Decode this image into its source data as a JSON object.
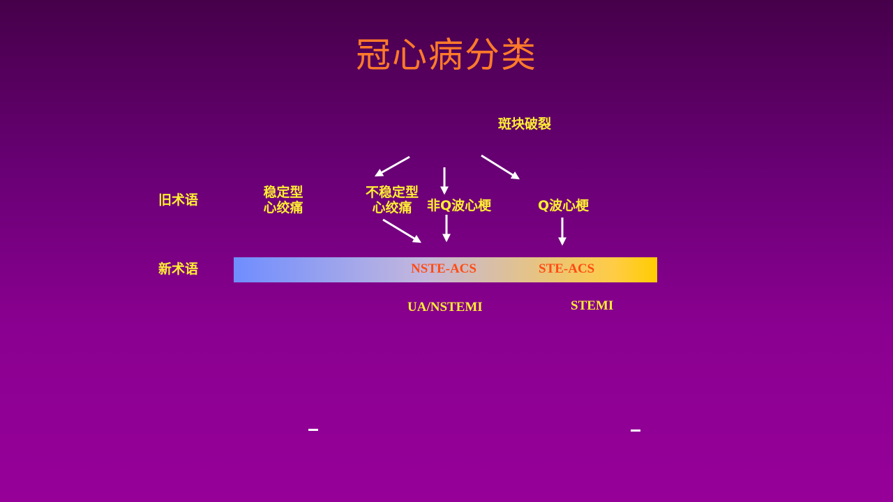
{
  "title": "冠心病分类",
  "plaque": "斑块破裂",
  "row_labels": {
    "old": "旧术语",
    "new": "新术语"
  },
  "old_terms": {
    "stable_line1": "稳定型",
    "stable_line2": "心绞痛",
    "unstable_line1": "不稳定型",
    "unstable_line2": "心绞痛",
    "non_q_mi": "非Q波心梗",
    "q_mi": "Q波心梗"
  },
  "new_terms": {
    "nste_acs": "NSTE-ACS",
    "ste_acs": "STE-ACS",
    "ua_nstemi": "UA/NSTEMI",
    "stemi": "STEMI"
  },
  "colors": {
    "title": "#ff7a2a",
    "label": "#ffee33",
    "acs": "#ff4c12",
    "arrow": "#ffffff",
    "bar_start": "#6f8dff",
    "bar_end": "#ffcc00"
  }
}
